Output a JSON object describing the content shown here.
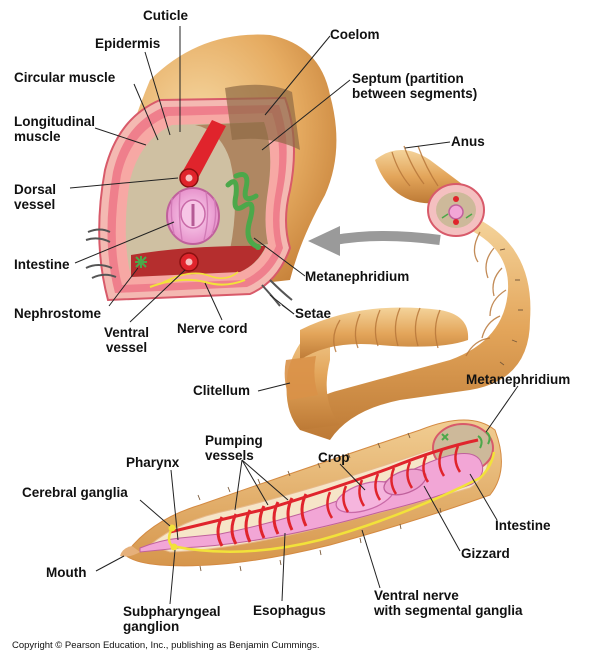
{
  "labels": {
    "cuticle": "Cuticle",
    "epidermis": "Epidermis",
    "circular_muscle": "Circular muscle",
    "longitudinal_muscle": "Longitudinal\nmuscle",
    "dorsal_vessel": "Dorsal\nvessel",
    "intestine_top": "Intestine",
    "nephrostome": "Nephrostome",
    "ventral_vessel": "Ventral\nvessel",
    "nerve_cord": "Nerve cord",
    "coelom": "Coelom",
    "septum": "Septum (partition\nbetween segments)",
    "anus": "Anus",
    "metanephridium_top": "Metanephridium",
    "setae": "Setae",
    "clitellum": "Clitellum",
    "metanephridium_bottom": "Metanephridium",
    "pumping_vessels": "Pumping\nvessels",
    "crop": "Crop",
    "pharynx": "Pharynx",
    "cerebral_ganglia": "Cerebral ganglia",
    "intestine_bottom": "Intestine",
    "gizzard": "Gizzard",
    "mouth": "Mouth",
    "subpharyngeal_ganglion": "Subpharyngeal\nganglion",
    "esophagus": "Esophagus",
    "ventral_nerve": "Ventral nerve\nwith segmental ganglia"
  },
  "copyright": "Copyright © Pearson Education, Inc., publishing as Benjamin Cummings.",
  "colors": {
    "body_tan": "#e3a55a",
    "body_light": "#f3cf93",
    "cut_surface": "#c9a882",
    "epidermis_pink": "#ef7f8c",
    "intestine_pink": "#f2a6d6",
    "vessel_red": "#e0242c",
    "nephridium_green": "#4ca84a",
    "nerve_yellow": "#f2e23a",
    "arrow_gray": "#9a9a9a"
  }
}
